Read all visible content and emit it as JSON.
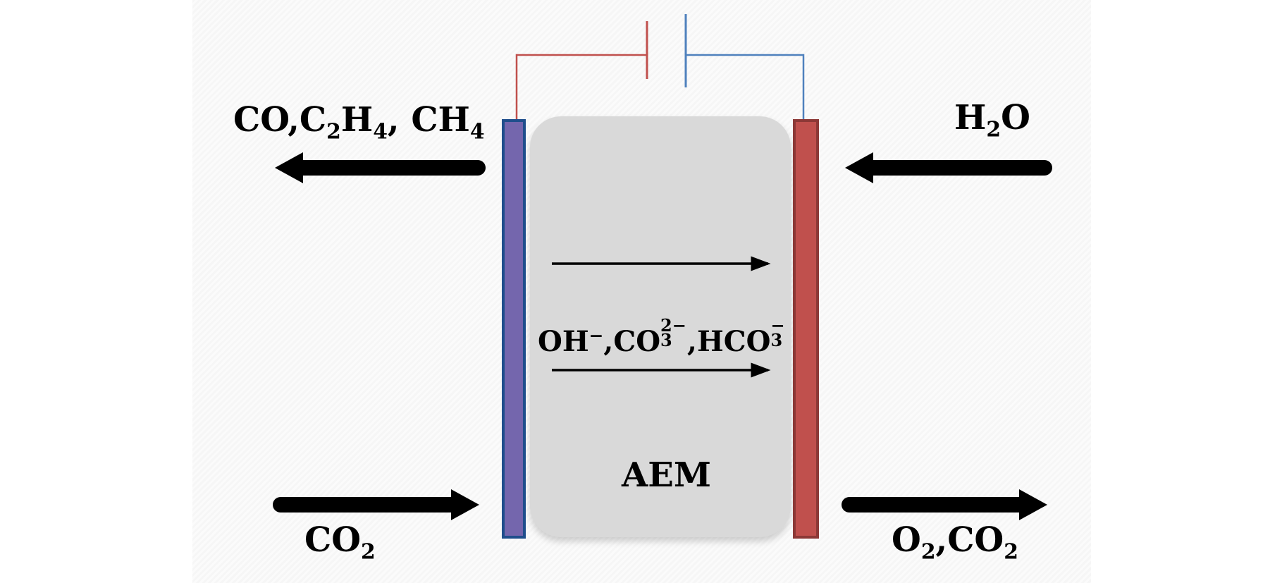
{
  "diagram": {
    "cathode_products": {
      "main": "CO,C",
      "s1": "2",
      "m2": "H",
      "s2": "4",
      "m3": ", CH",
      "s3": "4"
    },
    "anode_input": {
      "main": "H",
      "s1": "2",
      "m2": "O"
    },
    "cathode_input": {
      "main": "CO",
      "s1": "2"
    },
    "anode_products": {
      "main": "O",
      "s1": "2",
      "m2": ",CO",
      "s2": "2"
    },
    "ions": {
      "oh": "OH",
      "oh_sup": "−",
      "sep1": ",",
      "co3": "CO",
      "co3_sup": "2−",
      "co3_sub": "3",
      "sep2": ",",
      "hco3": "HCO",
      "hco3_sup": "−",
      "hco3_sub": "3"
    },
    "membrane_label": "AEM",
    "colors": {
      "cathode_fill": "#7466ad",
      "cathode_border": "#1f4e8c",
      "anode_fill": "#c0504d",
      "anode_border": "#8c3836",
      "wire_cathode": "#c0504d",
      "wire_anode": "#4f81bd",
      "membrane": "#d9d9d9",
      "arrow": "#000000"
    }
  }
}
